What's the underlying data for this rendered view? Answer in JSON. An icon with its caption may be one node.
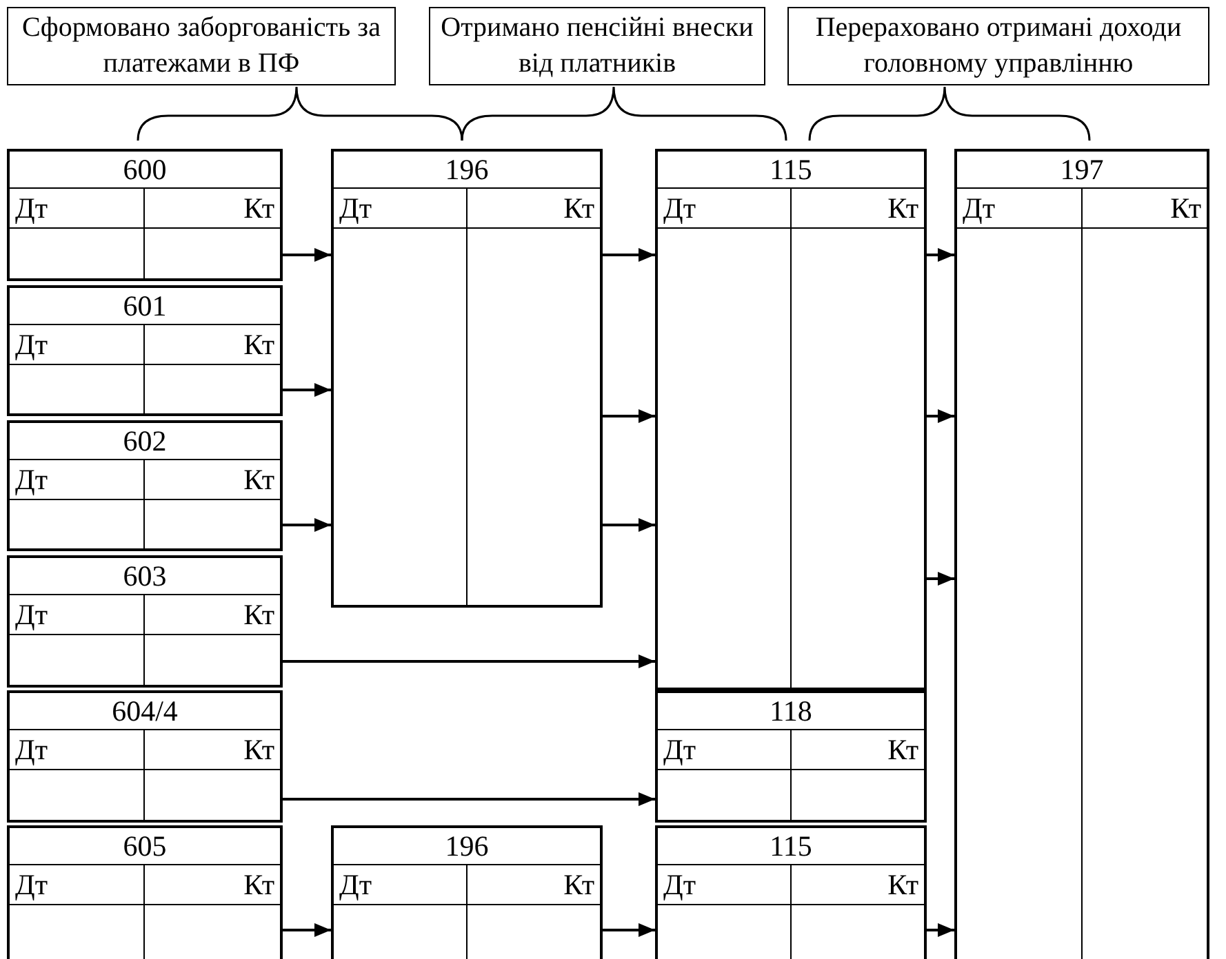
{
  "diagram": {
    "nodes": [
      {
        "text": [
          "Сформовано заборгованість за платежами в ПФ"
        ]
      },
      {
        "text": [
          "Отримано пенсійні внески від платників"
        ]
      },
      {
        "text": [
          "Перераховано отримані доходи головному управлінню"
        ]
      },
      {
        "text": [
          "600",
          "Дт",
          "Кт"
        ]
      },
      {
        "text": [
          "196",
          "Дт",
          "Кт"
        ]
      },
      {
        "text": [
          "115",
          "Дт",
          "Кт"
        ]
      },
      {
        "text": [
          "197",
          "Дт",
          "Кт"
        ]
      },
      {
        "text": [
          "601",
          "Дт",
          "Кт"
        ]
      },
      {
        "text": [
          "602",
          "Дт",
          "Кт"
        ]
      },
      {
        "text": [
          "603",
          "Дт",
          "Кт"
        ]
      },
      {
        "text": [
          "604/4",
          "Дт",
          "Кт"
        ]
      },
      {
        "text": [
          "118",
          "Дт",
          "Кт"
        ]
      },
      {
        "text": [
          "605",
          "Дт",
          "Кт"
        ]
      },
      {
        "text": [
          "196",
          "Дт",
          "Кт"
        ]
      },
      {
        "text": [
          "115",
          "Дт",
          "Кт"
        ]
      }
    ],
    "edges": [
      {
        "from": 3,
        "to": 4,
        "arrow": "to"
      },
      {
        "from": 4,
        "to": 5,
        "arrow": "to"
      },
      {
        "from": 5,
        "to": 6,
        "arrow": "to"
      },
      {
        "from": 7,
        "to": 4,
        "arrow": "to"
      },
      {
        "from": 4,
        "to": 5,
        "arrow": "to"
      },
      {
        "from": 5,
        "to": 6,
        "arrow": "to"
      },
      {
        "from": 8,
        "to": 4,
        "arrow": "to"
      },
      {
        "from": 4,
        "to": 5,
        "arrow": "to"
      },
      {
        "from": 5,
        "to": 6,
        "arrow": "to"
      },
      {
        "from": 9,
        "to": 5,
        "arrow": "to"
      },
      {
        "from": 10,
        "to": 11,
        "arrow": "to"
      },
      {
        "from": 12,
        "to": 13,
        "arrow": "to"
      },
      {
        "from": 13,
        "to": 14,
        "arrow": "to"
      },
      {
        "from": 14,
        "to": 6,
        "arrow": "to"
      }
    ]
  }
}
